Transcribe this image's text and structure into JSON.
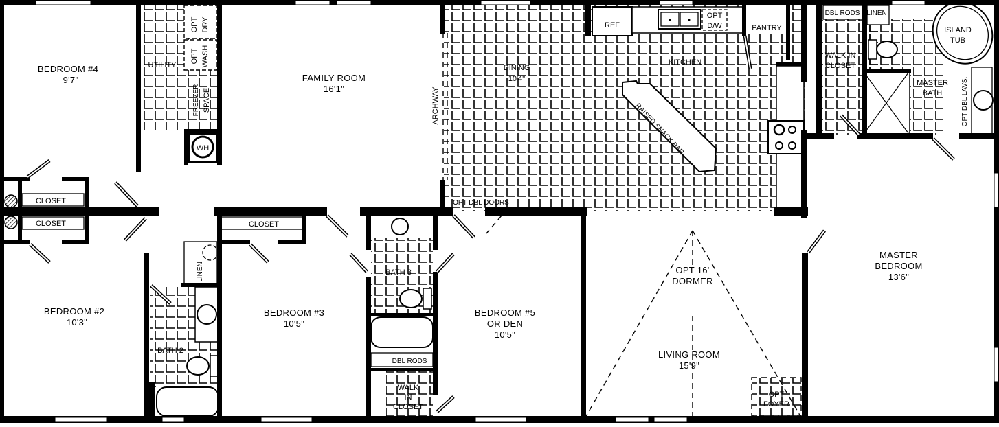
{
  "plan": {
    "rooms": [
      {
        "id": "bedroom4",
        "name": "BEDROOM #4",
        "size": "9'7\""
      },
      {
        "id": "utility",
        "name": "UTILITY"
      },
      {
        "id": "opt-dry",
        "name": "OPT DRY"
      },
      {
        "id": "opt-wash",
        "name": "OPT WASH"
      },
      {
        "id": "freezer-space",
        "name": "FREEZER SPACE"
      },
      {
        "id": "water-heater",
        "name": "WH"
      },
      {
        "id": "family-room",
        "name": "FAMILY ROOM",
        "size": "16'1\""
      },
      {
        "id": "archway",
        "name": "ARCHWAY"
      },
      {
        "id": "dining",
        "name": "DINING",
        "size": "10'4\""
      },
      {
        "id": "kitchen",
        "name": "KITCHEN"
      },
      {
        "id": "ref",
        "name": "REF"
      },
      {
        "id": "opt-dw",
        "name": "OPT D/W"
      },
      {
        "id": "pantry",
        "name": "PANTRY"
      },
      {
        "id": "raised-snack-bar",
        "name": "RAISED SNACK BAR"
      },
      {
        "id": "opt-dbl-doors",
        "name": "OPT DBL DOORS"
      },
      {
        "id": "dbl-rods-master",
        "name": "DBL RODS"
      },
      {
        "id": "linen-master",
        "name": "LINEN"
      },
      {
        "id": "walk-in-closet-master",
        "name": "WALK IN CLOSET"
      },
      {
        "id": "island-tub",
        "name": "ISLAND TUB"
      },
      {
        "id": "master-bath",
        "name": "MASTER BATH"
      },
      {
        "id": "opt-dbl-lavs",
        "name": "OPT DBL LAVS."
      },
      {
        "id": "closet-a",
        "name": "CLOSET"
      },
      {
        "id": "closet-b",
        "name": "CLOSET"
      },
      {
        "id": "bedroom2",
        "name": "BEDROOM #2",
        "size": "10'3\""
      },
      {
        "id": "linen-bath2",
        "name": "LINEN"
      },
      {
        "id": "bath2",
        "name": "BATH 2"
      },
      {
        "id": "closet-c",
        "name": "CLOSET"
      },
      {
        "id": "bedroom3",
        "name": "BEDROOM #3",
        "size": "10'5\""
      },
      {
        "id": "bath3",
        "name": "BATH 3"
      },
      {
        "id": "dbl-rods-b5",
        "name": "DBL RODS"
      },
      {
        "id": "walk-in-closet-b5",
        "name": "WALK IN CLOSET"
      },
      {
        "id": "bedroom5",
        "name": "BEDROOM #5",
        "name2": "OR DEN",
        "size": "10'5\""
      },
      {
        "id": "opt-dormer",
        "name": "OPT 16'",
        "name2": "DORMER"
      },
      {
        "id": "living-room",
        "name": "LIVING ROOM",
        "size": "15'9\""
      },
      {
        "id": "opt-foyer",
        "name": "OPT",
        "name2": "FOYER"
      },
      {
        "id": "master-bedroom",
        "name": "MASTER",
        "name2": "BEDROOM",
        "size": "13'6\""
      }
    ],
    "colors": {
      "ink": "#000000",
      "paper": "#ffffff"
    }
  },
  "labels": {
    "bedroom4": {
      "name": "BEDROOM #4",
      "size": "9'7\""
    },
    "utility": "UTILITY",
    "opt_dry_1": "OPT",
    "opt_dry_2": "DRY",
    "opt_wash_1": "OPT",
    "opt_wash_2": "WASH",
    "freezer_1": "FREEZER",
    "freezer_2": "SPACE",
    "wh": "WH",
    "family_room": {
      "name": "FAMILY ROOM",
      "size": "16'1\""
    },
    "archway": "ARCHWAY",
    "dining": {
      "name": "DINING",
      "size": "10'4\""
    },
    "kitchen": "KITCHEN",
    "ref": "REF",
    "opt_dw_1": "OPT",
    "opt_dw_2": "D/W",
    "pantry": "PANTRY",
    "snack_bar": "RAISED SNACK BAR",
    "opt_dbl_doors": "OPT DBL DOORS",
    "dbl_rods_master": "DBL RODS",
    "linen_master": "LINEN",
    "walk_in_master_1": "WALK IN",
    "walk_in_master_2": "CLOSET",
    "island_tub_1": "ISLAND",
    "island_tub_2": "TUB",
    "master_bath_1": "MASTER",
    "master_bath_2": "BATH",
    "opt_dbl_lavs": "OPT DBL LAVS.",
    "closet_a": "CLOSET",
    "closet_b": "CLOSET",
    "bedroom2": {
      "name": "BEDROOM #2",
      "size": "10'3\""
    },
    "linen_bath2": "LINEN",
    "bath2": "BATH 2",
    "closet_c": "CLOSET",
    "bedroom3": {
      "name": "BEDROOM #3",
      "size": "10'5\""
    },
    "bath3": "BATH 3",
    "dbl_rods_b5": "DBL RODS",
    "walk_in_b5_1": "WALK",
    "walk_in_b5_2": "IN",
    "walk_in_b5_3": "CLOSET",
    "bedroom5": {
      "name": "BEDROOM #5",
      "name2": "OR DEN",
      "size": "10'5\""
    },
    "dormer_1": "OPT 16'",
    "dormer_2": "DORMER",
    "living_room": {
      "name": "LIVING ROOM",
      "size": "15'9\""
    },
    "foyer_1": "OPT",
    "foyer_2": "FOYER",
    "master_bedroom": {
      "name": "MASTER",
      "name2": "BEDROOM",
      "size": "13'6\""
    }
  }
}
